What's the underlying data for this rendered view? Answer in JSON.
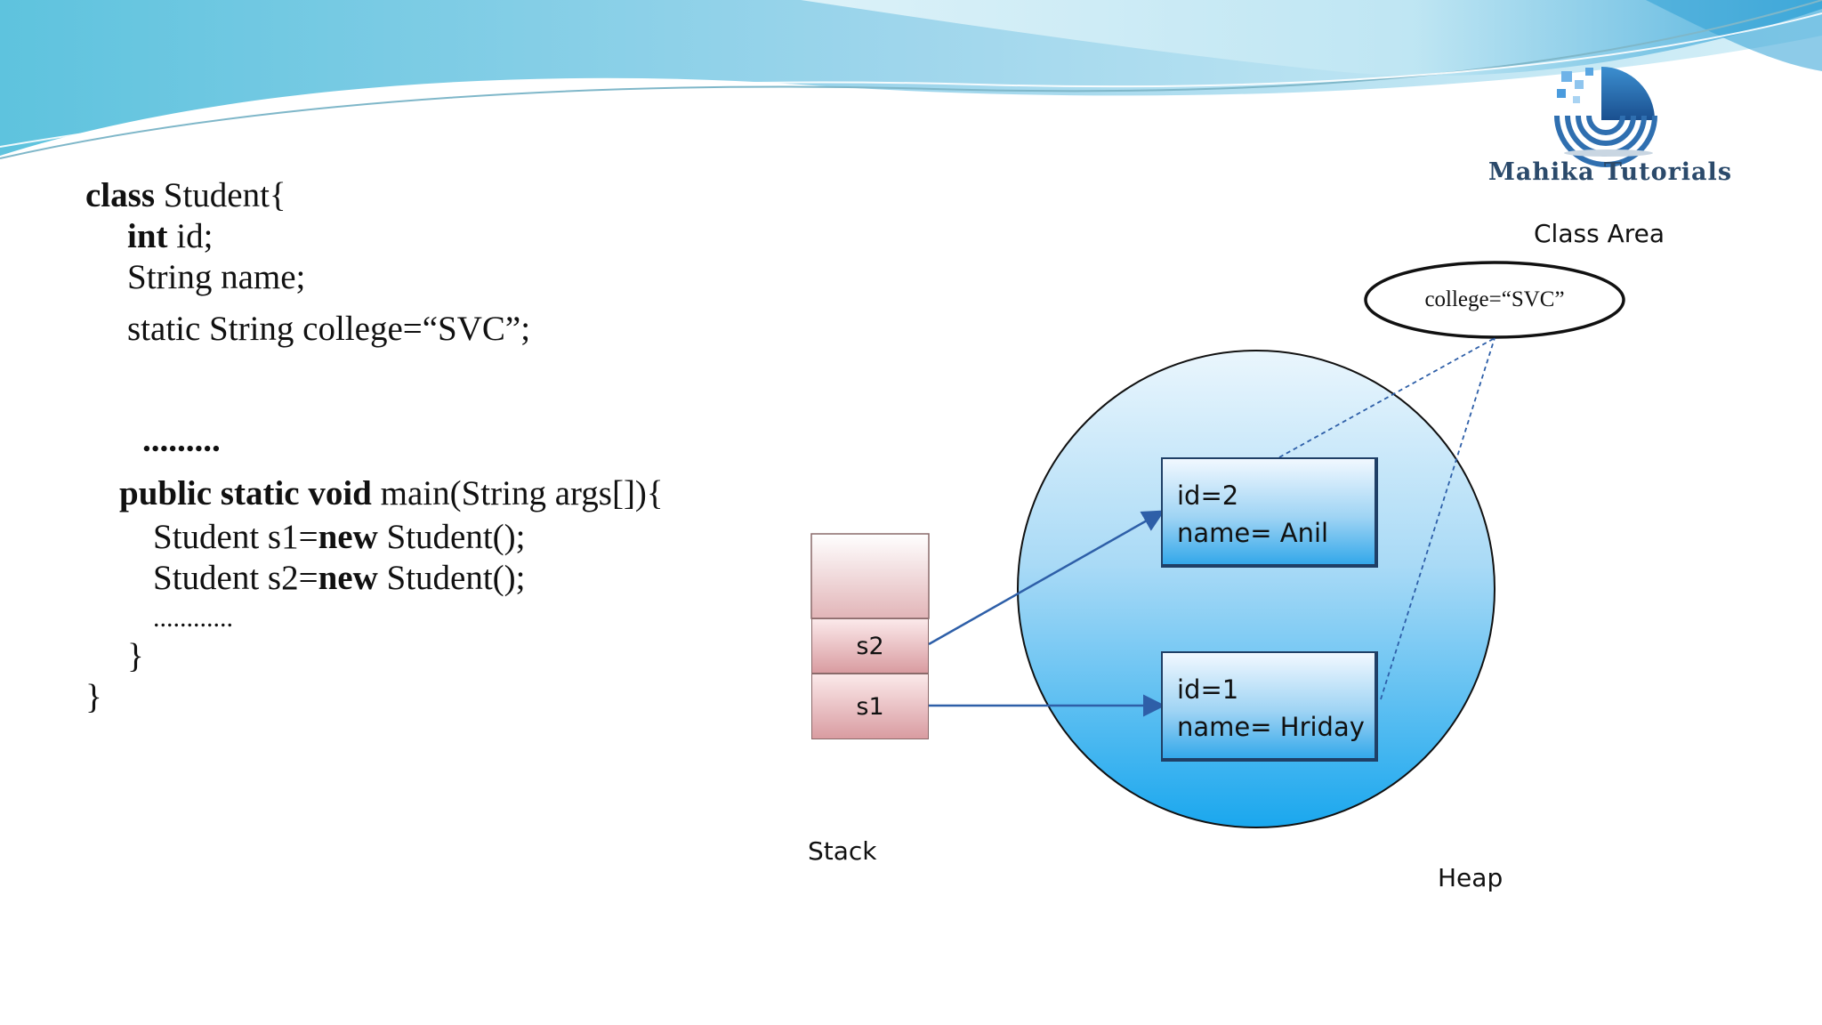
{
  "brand": {
    "name": "Mahika Tutorials"
  },
  "code": {
    "line1": {
      "kw": "class",
      "rest": " Student{"
    },
    "line2": {
      "kw": "int",
      "rest": " id;"
    },
    "line3": "String name;",
    "line4": "static String college=“SVC”;",
    "line5": ".........",
    "line6": {
      "kw": "public static void",
      "rest": " main(String args[]){"
    },
    "line7": {
      "pre": "Student s1=",
      "kw": "new",
      "rest": " Student();"
    },
    "line8": {
      "pre": "Student s2=",
      "kw": "new",
      "rest": " Student();"
    },
    "line9": "............",
    "line10": "}",
    "line11": "}"
  },
  "diagram": {
    "class_area_label": "Class Area",
    "static_field": "college=“SVC”",
    "stack_label": "Stack",
    "heap_label": "Heap",
    "stack_cells": [
      "s2",
      "s1"
    ],
    "objects": [
      {
        "id_text": "id=2",
        "name_text": "name= Anil"
      },
      {
        "id_text": "id=1",
        "name_text": "name= Hriday"
      }
    ]
  },
  "colors": {
    "banner_light": "#cfeef6",
    "banner_dark": "#3aa6d8",
    "heap_fill_top": "#eaf6fd",
    "heap_fill_bottom": "#1aa7ee",
    "stack_fill": "#d9a0a4",
    "arrow": "#2e5fa8"
  }
}
